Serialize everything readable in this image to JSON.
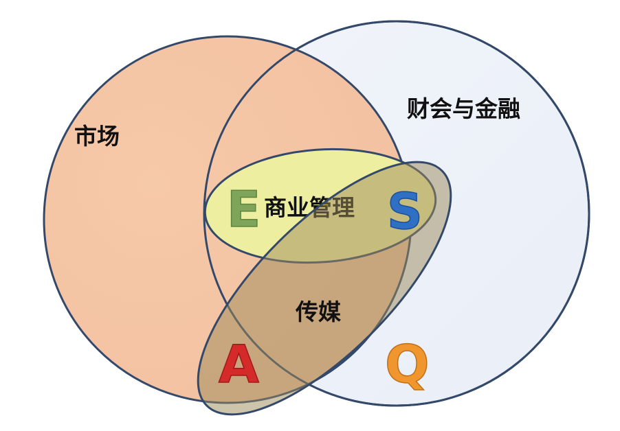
{
  "diagram": {
    "type": "venn",
    "sets": {
      "market": "市场",
      "finance": "财会与金融",
      "business": "商业管理",
      "media": "传媒"
    },
    "letters": {
      "e": "E",
      "s": "S",
      "a": "A",
      "q": "Q"
    },
    "colors": {
      "market_fill": "#f4c3a2",
      "finance_fill": "#eef1f8",
      "business_fill": "#eeeea0",
      "media_fill": "#9c8a5a",
      "outline": "#34496a",
      "e": "#7fa55a",
      "s": "#2f6fc4",
      "a": "#d42a2a",
      "q": "#f0962e"
    }
  }
}
